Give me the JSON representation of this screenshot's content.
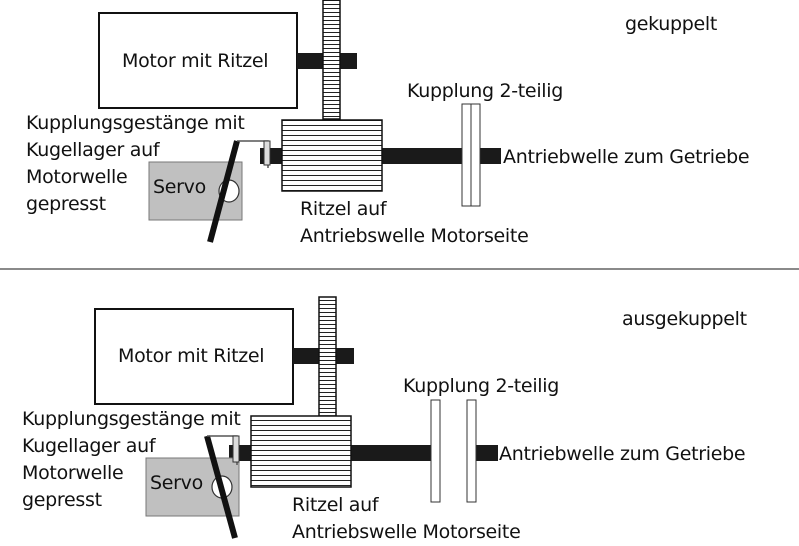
{
  "panels": [
    {
      "state": "gekuppelt",
      "motor_label": "Motor mit Ritzel",
      "coupling_label": "Kupplung 2-teilig",
      "linkage_label": "Kupplungsgestänge mit\nKugellager auf\nMotorwelle\ngepresst",
      "servo_label": "Servo",
      "output_shaft_label": "Antriebwelle zum Getriebe",
      "pinion_label": "Ritzel auf\nAntriebswelle Motorseite"
    },
    {
      "state": "ausgekuppelt",
      "motor_label": "Motor mit Ritzel",
      "coupling_label": "Kupplung 2-teilig",
      "linkage_label": "Kupplungsgestänge mit\nKugellager auf\nMotorwelle\ngepresst",
      "servo_label": "Servo",
      "output_shaft_label": "Antriebwelle zum Getriebe",
      "pinion_label": "Ritzel auf\nAntriebswelle Motorseite"
    }
  ],
  "colors": {
    "servo_fill": "#c0c0c0",
    "shaft": "#1a1a1a",
    "divider": "#8a8a8a"
  }
}
